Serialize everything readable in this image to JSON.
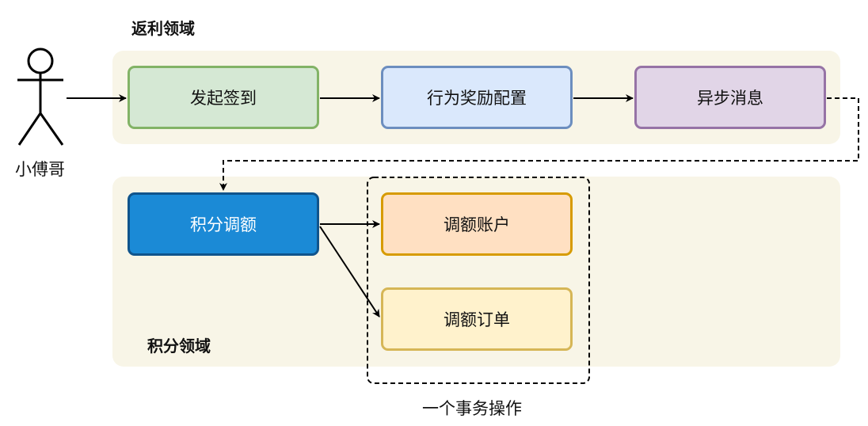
{
  "regions": {
    "rebate_domain": {
      "label": "返利领域"
    },
    "points_domain": {
      "label": "积分领域"
    }
  },
  "actor": {
    "label": "小傅哥"
  },
  "nodes": {
    "start_signin": {
      "label": "发起签到",
      "fill": "#d5e8d4",
      "stroke": "#82b366"
    },
    "behavior_reward_config": {
      "label": "行为奖励配置",
      "fill": "#dae8fc",
      "stroke": "#6c8ebf"
    },
    "async_message": {
      "label": "异步消息",
      "fill": "#e1d5e7",
      "stroke": "#9673a6"
    },
    "points_adjust": {
      "label": "积分调额",
      "fill": "#1b8ad6",
      "stroke": "#10548c",
      "text_color": "#ffffff"
    },
    "adjust_account": {
      "label": "调额账户",
      "fill": "#ffe0c2",
      "stroke": "#d79b00"
    },
    "adjust_order": {
      "label": "调额订单",
      "fill": "#fff2cc",
      "stroke": "#d6b656"
    }
  },
  "transaction_group": {
    "label": "一个事务操作"
  },
  "edges": [
    {
      "from": "actor",
      "to": "start_signin",
      "style": "solid"
    },
    {
      "from": "start_signin",
      "to": "behavior_reward_config",
      "style": "solid"
    },
    {
      "from": "behavior_reward_config",
      "to": "async_message",
      "style": "solid"
    },
    {
      "from": "async_message",
      "to": "points_adjust",
      "style": "dashed"
    },
    {
      "from": "points_adjust",
      "to": "adjust_account",
      "style": "solid"
    },
    {
      "from": "points_adjust",
      "to": "adjust_order",
      "style": "solid"
    }
  ]
}
